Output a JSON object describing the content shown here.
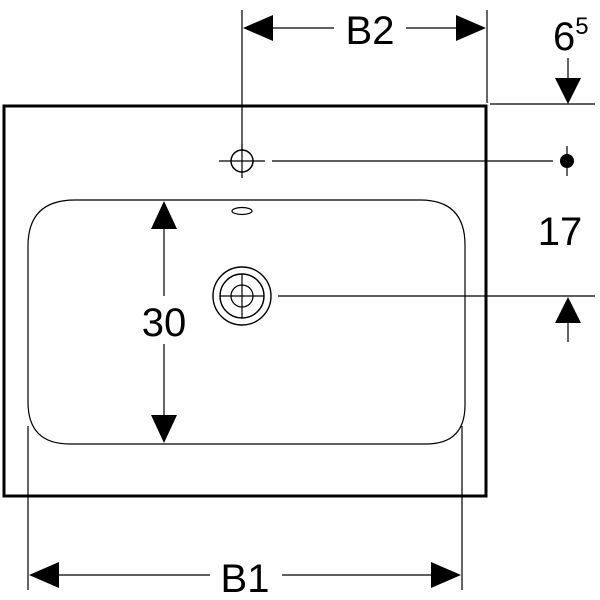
{
  "dimensions": {
    "b2": "B2",
    "b1": "B1",
    "offset_base": "6",
    "offset_sup": "5",
    "tap_to_drain": "17",
    "bowl_depth": "30"
  },
  "colors": {
    "line": "#000000",
    "background": "#ffffff"
  },
  "icons": {
    "tap_hole": "crosshair-circle-icon",
    "drain": "drain-icon",
    "overflow": "overflow-slot-icon"
  }
}
